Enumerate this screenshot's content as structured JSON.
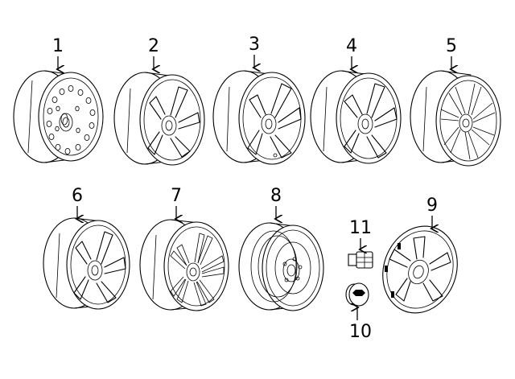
{
  "diagram": {
    "type": "exploded-parts-diagram",
    "subject": "wheels",
    "callouts": [
      {
        "id": 1,
        "label": "1"
      },
      {
        "id": 2,
        "label": "2"
      },
      {
        "id": 3,
        "label": "3"
      },
      {
        "id": 4,
        "label": "4"
      },
      {
        "id": 5,
        "label": "5"
      },
      {
        "id": 6,
        "label": "6"
      },
      {
        "id": 7,
        "label": "7"
      },
      {
        "id": 8,
        "label": "8"
      },
      {
        "id": 9,
        "label": "9"
      },
      {
        "id": 10,
        "label": "10"
      },
      {
        "id": 11,
        "label": "11"
      }
    ],
    "line_color": "#000000",
    "background": "#ffffff"
  }
}
